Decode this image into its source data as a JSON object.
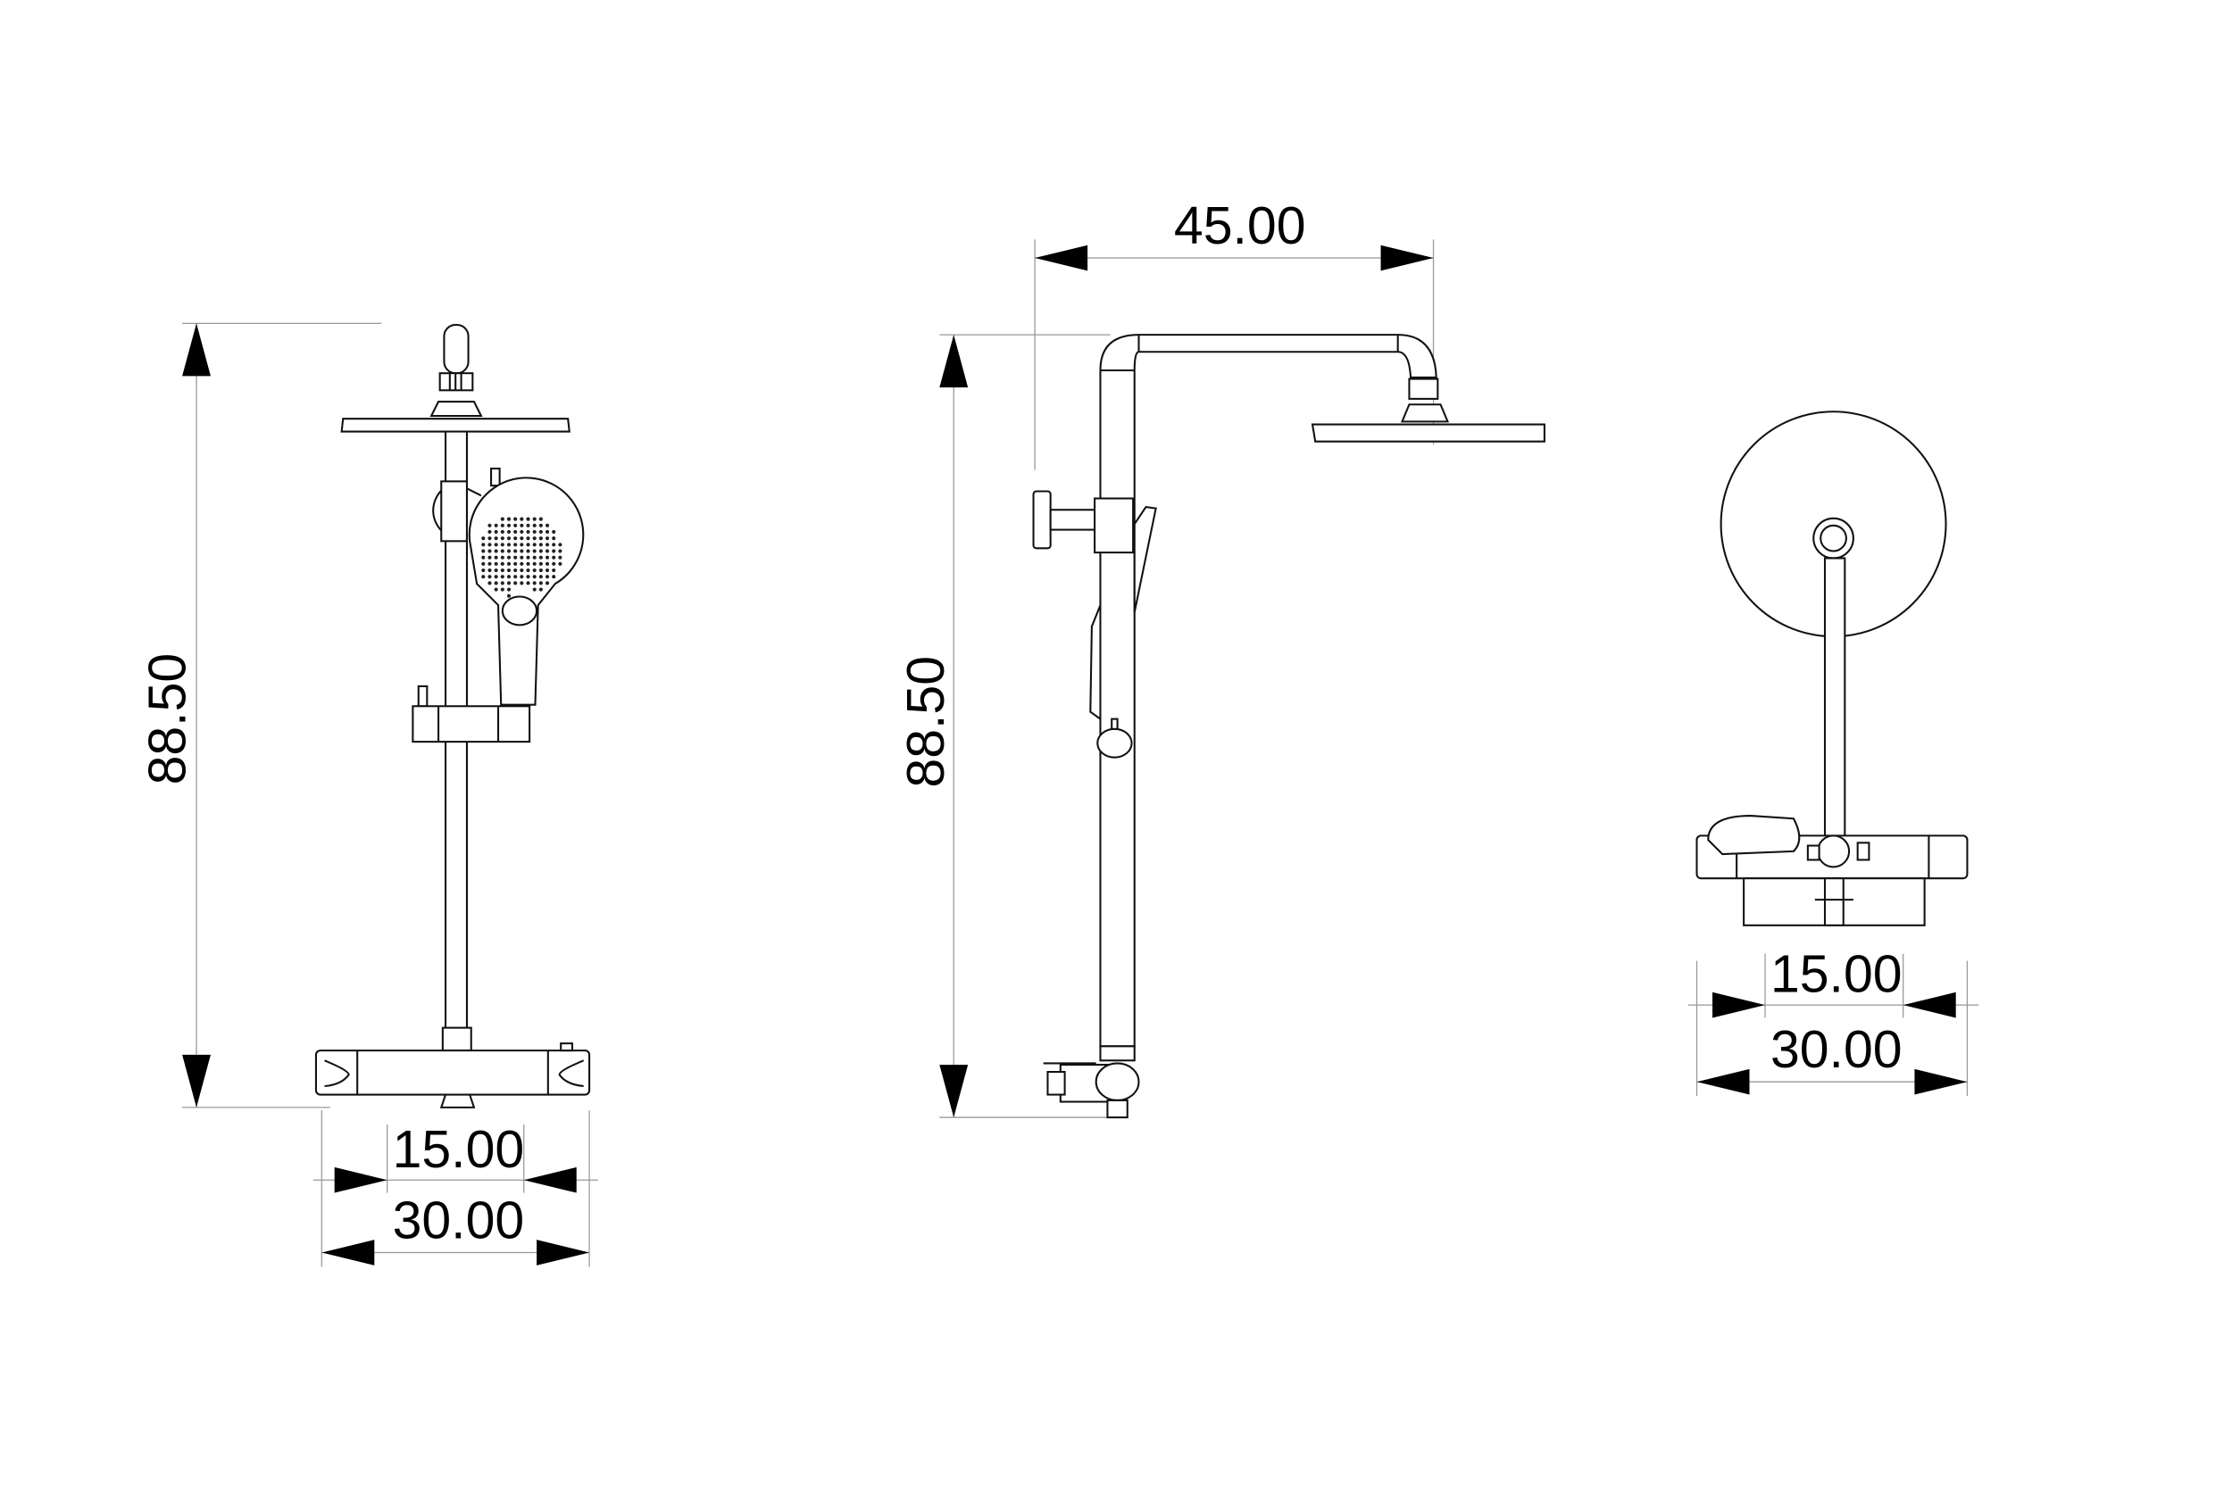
{
  "drawing": {
    "front_view": {
      "height_label": "88.50",
      "inner_width_label": "15.00",
      "outer_width_label": "30.00"
    },
    "side_view": {
      "arm_reach_label": "45.00",
      "height_label": "88.50"
    },
    "top_view": {
      "inner_width_label": "15.00",
      "outer_width_label": "30.00"
    }
  }
}
